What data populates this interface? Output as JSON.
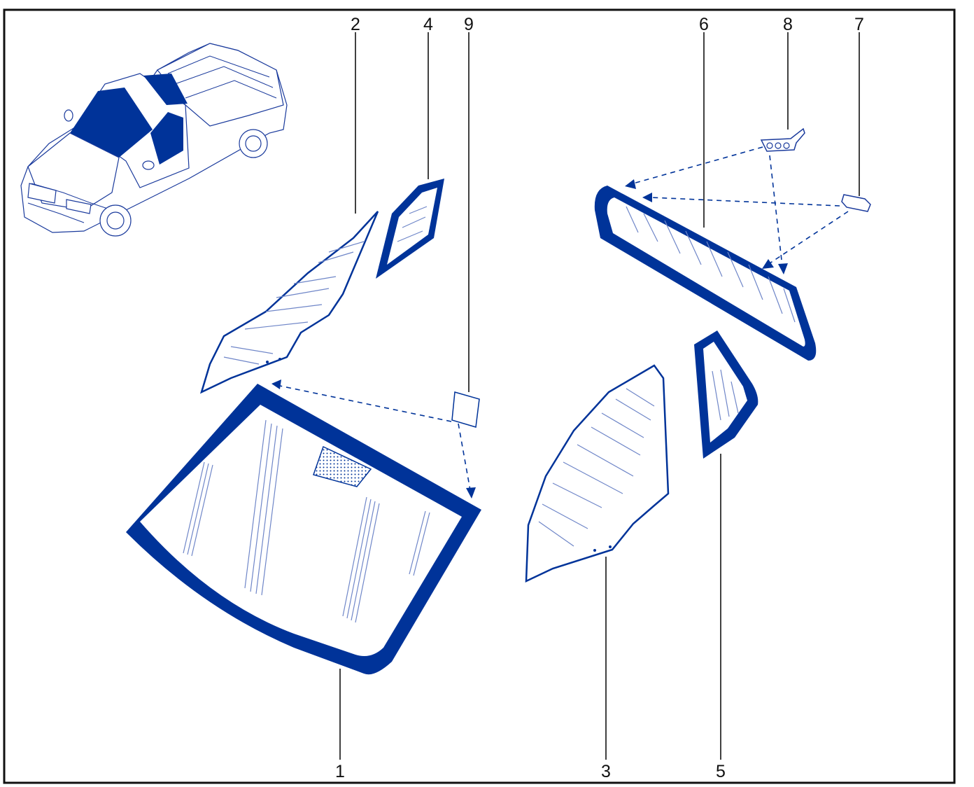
{
  "callouts": [
    {
      "id": "1",
      "text": "1"
    },
    {
      "id": "2",
      "text": "2"
    },
    {
      "id": "3",
      "text": "3"
    },
    {
      "id": "4",
      "text": "4"
    },
    {
      "id": "5",
      "text": "5"
    },
    {
      "id": "6",
      "text": "6"
    },
    {
      "id": "7",
      "text": "7"
    },
    {
      "id": "8",
      "text": "8"
    },
    {
      "id": "9",
      "text": "9"
    }
  ],
  "colors": {
    "accent": "#003399",
    "line": "#111111",
    "frame": "#111111"
  }
}
